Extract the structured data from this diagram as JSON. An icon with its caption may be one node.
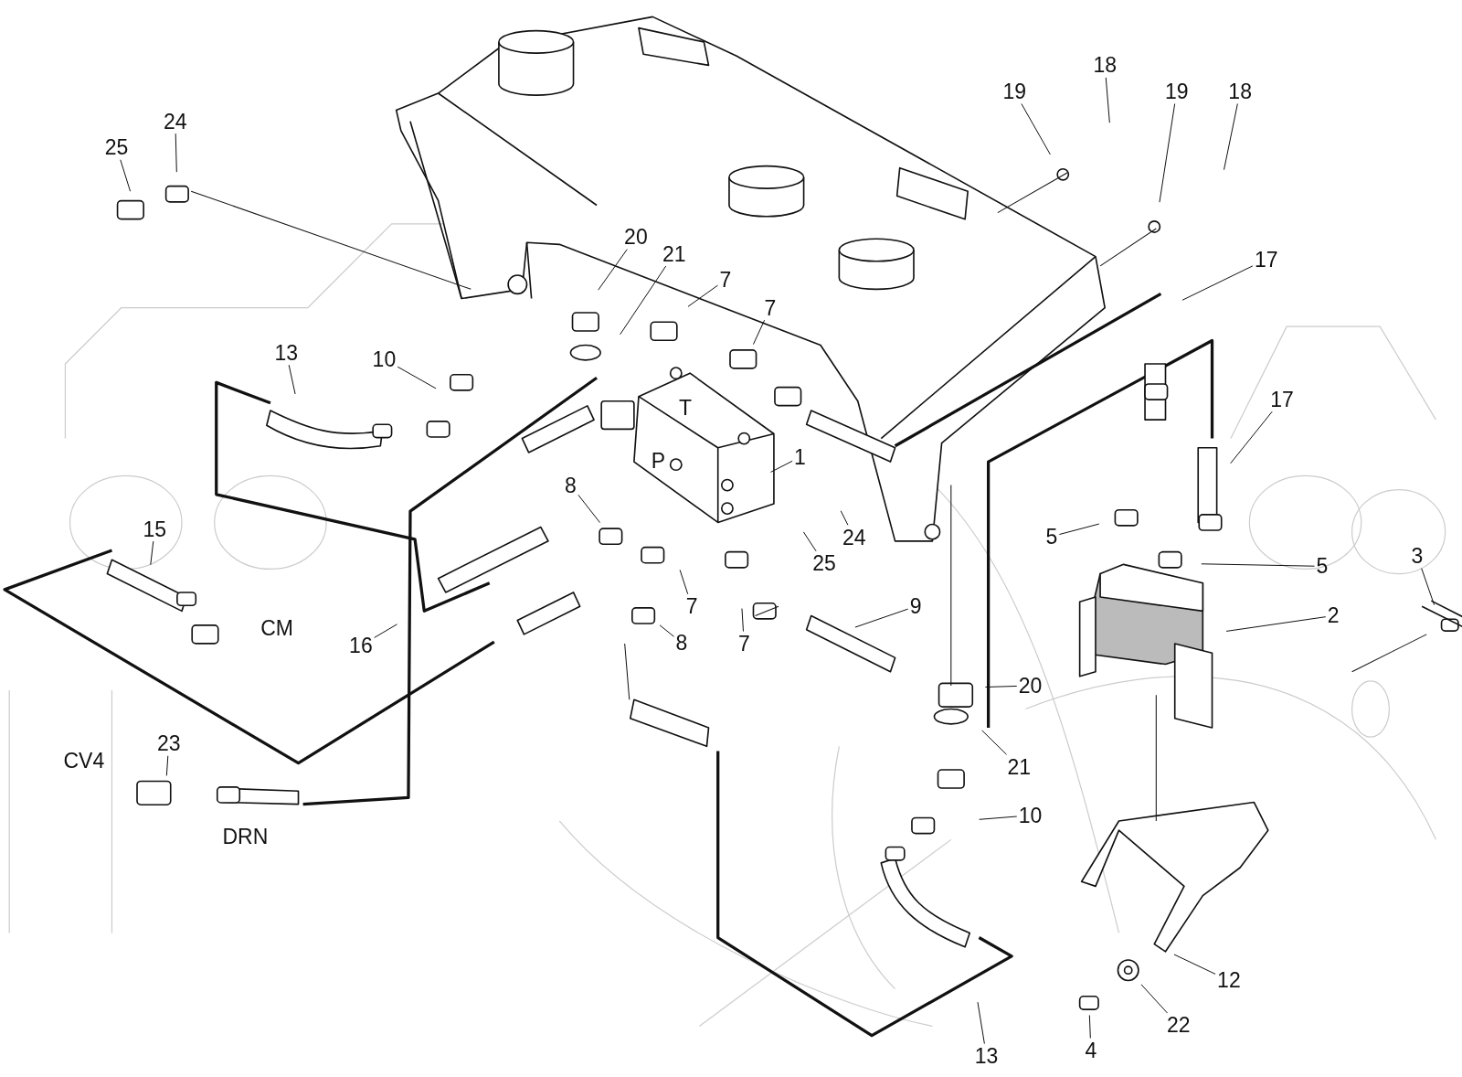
{
  "diagram": {
    "nodes": [
      {
        "text": [
          "25"
        ]
      },
      {
        "text": [
          "24"
        ]
      },
      {
        "text": [
          "20"
        ]
      },
      {
        "text": [
          "21"
        ]
      },
      {
        "text": [
          "7"
        ]
      },
      {
        "text": [
          "7"
        ]
      },
      {
        "text": [
          "13"
        ]
      },
      {
        "text": [
          "10"
        ]
      },
      {
        "text": [
          "19"
        ]
      },
      {
        "text": [
          "18"
        ]
      },
      {
        "text": [
          "19"
        ]
      },
      {
        "text": [
          "18"
        ]
      },
      {
        "text": [
          "17"
        ]
      },
      {
        "text": [
          "17"
        ]
      },
      {
        "text": [
          "1"
        ]
      },
      {
        "text": [
          "8"
        ]
      },
      {
        "text": [
          "24"
        ]
      },
      {
        "text": [
          "25"
        ]
      },
      {
        "text": [
          "15"
        ]
      },
      {
        "text": [
          "16"
        ]
      },
      {
        "text": [
          "5"
        ]
      },
      {
        "text": [
          "5"
        ]
      },
      {
        "text": [
          "3"
        ]
      },
      {
        "text": [
          "2"
        ]
      },
      {
        "text": [
          "9"
        ]
      },
      {
        "text": [
          "7"
        ]
      },
      {
        "text": [
          "8"
        ]
      },
      {
        "text": [
          "7"
        ]
      },
      {
        "text": [
          "20"
        ]
      },
      {
        "text": [
          "21"
        ]
      },
      {
        "text": [
          "23"
        ]
      },
      {
        "text": [
          "10"
        ]
      },
      {
        "text": [
          "12"
        ]
      },
      {
        "text": [
          "13"
        ]
      },
      {
        "text": [
          "4"
        ]
      },
      {
        "text": [
          "22"
        ]
      }
    ],
    "edges": [
      {
        "from": 0,
        "to": null,
        "arrow": "none"
      },
      {
        "from": 1,
        "to": null,
        "arrow": "none"
      },
      {
        "from": 2,
        "to": null,
        "arrow": "none"
      },
      {
        "from": 3,
        "to": null,
        "arrow": "none"
      },
      {
        "from": 4,
        "to": null,
        "arrow": "none"
      },
      {
        "from": 5,
        "to": null,
        "arrow": "none"
      },
      {
        "from": 6,
        "to": null,
        "arrow": "none"
      },
      {
        "from": 7,
        "to": null,
        "arrow": "none"
      },
      {
        "from": 8,
        "to": null,
        "arrow": "none"
      },
      {
        "from": 9,
        "to": null,
        "arrow": "none"
      },
      {
        "from": 10,
        "to": null,
        "arrow": "none"
      },
      {
        "from": 11,
        "to": null,
        "arrow": "none"
      },
      {
        "from": 12,
        "to": null,
        "arrow": "none"
      },
      {
        "from": 13,
        "to": null,
        "arrow": "none"
      },
      {
        "from": 14,
        "to": null,
        "arrow": "none"
      },
      {
        "from": 15,
        "to": null,
        "arrow": "none"
      },
      {
        "from": 16,
        "to": null,
        "arrow": "none"
      },
      {
        "from": 17,
        "to": null,
        "arrow": "none"
      },
      {
        "from": 18,
        "to": null,
        "arrow": "none"
      },
      {
        "from": 19,
        "to": null,
        "arrow": "none"
      },
      {
        "from": 20,
        "to": null,
        "arrow": "none"
      },
      {
        "from": 21,
        "to": null,
        "arrow": "none"
      },
      {
        "from": 22,
        "to": null,
        "arrow": "none"
      },
      {
        "from": 23,
        "to": null,
        "arrow": "none"
      },
      {
        "from": 24,
        "to": null,
        "arrow": "none"
      },
      {
        "from": 25,
        "to": null,
        "arrow": "none"
      },
      {
        "from": 26,
        "to": null,
        "arrow": "none"
      },
      {
        "from": 27,
        "to": null,
        "arrow": "none"
      },
      {
        "from": 28,
        "to": null,
        "arrow": "none"
      },
      {
        "from": 29,
        "to": null,
        "arrow": "none"
      },
      {
        "from": 30,
        "to": null,
        "arrow": "none"
      },
      {
        "from": 31,
        "to": null,
        "arrow": "none"
      },
      {
        "from": 32,
        "to": null,
        "arrow": "none"
      },
      {
        "from": 33,
        "to": null,
        "arrow": "none"
      },
      {
        "from": 34,
        "to": null,
        "arrow": "none"
      },
      {
        "from": 35,
        "to": null,
        "arrow": "none"
      }
    ],
    "labels": [
      "T",
      "P",
      "CM",
      "CV4",
      "DRN"
    ]
  }
}
